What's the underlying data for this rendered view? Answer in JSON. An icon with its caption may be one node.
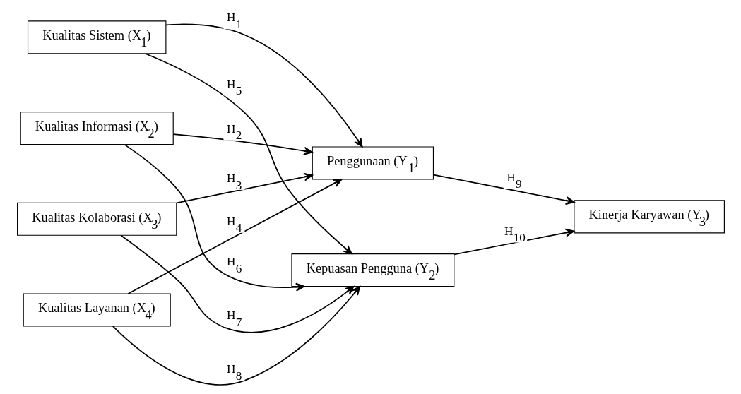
{
  "diagram": {
    "nodes": [
      {
        "text": [
          "Kualitas Sistem (X$_{1}$)"
        ]
      },
      {
        "text": [
          "Kualitas Informasi (X$_{2}$)"
        ]
      },
      {
        "text": [
          "Kualitas Kolaborasi (X$_{3}$)"
        ]
      },
      {
        "text": [
          "Kualitas Layanan (X$_{4}$)"
        ]
      },
      {
        "text": [
          "Penggunaan (Y$_{1}$)"
        ]
      },
      {
        "text": [
          "Kepuasan Pengguna (Y$_{2}$)"
        ]
      },
      {
        "text": [
          "Kinerja Karyawan (Y$_{3}$)"
        ]
      }
    ],
    "edges": [
      {
        "from": 0,
        "to": 4,
        "arrow": "to",
        "label": "H$_{1}$"
      },
      {
        "from": 1,
        "to": 4,
        "arrow": "to",
        "label": "H$_{2}$"
      },
      {
        "from": 2,
        "to": 4,
        "arrow": "to",
        "label": "H$_{3}$"
      },
      {
        "from": 3,
        "to": 4,
        "arrow": "to",
        "label": "H$_{4}$"
      },
      {
        "from": 0,
        "to": 5,
        "arrow": "to",
        "label": "H$_{5}$"
      },
      {
        "from": 1,
        "to": 5,
        "arrow": "to",
        "label": "H$_{6}$"
      },
      {
        "from": 2,
        "to": 5,
        "arrow": "to",
        "label": "H$_{7}$"
      },
      {
        "from": 3,
        "to": 5,
        "arrow": "to",
        "label": "H$_{8}$"
      },
      {
        "from": 4,
        "to": 6,
        "arrow": "to",
        "label": "H$_{9}$"
      },
      {
        "from": 5,
        "to": 6,
        "arrow": "to",
        "label": "H$_{10}$"
      }
    ]
  }
}
